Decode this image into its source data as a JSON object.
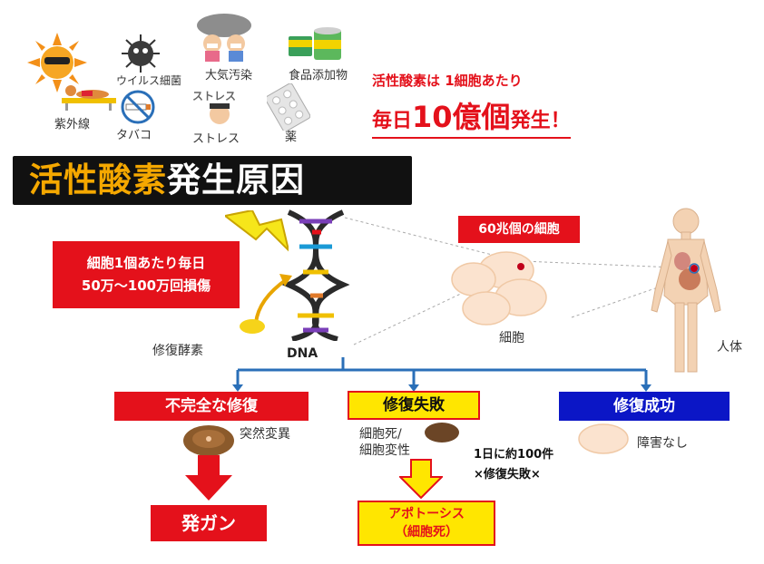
{
  "causes": {
    "uv": "紫外線",
    "virus": "ウイルス細菌",
    "pollution": "大気汚染",
    "additives": "食品添加物",
    "tobacco": "タバコ",
    "stress": "ストレス",
    "medicine": "薬"
  },
  "headline": {
    "line1": "活性酸素は 1細胞あたり",
    "line2_pre": "毎日",
    "line2_num": "10億個",
    "line2_post": "発生！"
  },
  "banner": {
    "part1": "活性酸素",
    "part2": "発生原因"
  },
  "damage_box": {
    "line1": "細胞1個あたり毎日",
    "line2": "50万〜100万回損傷"
  },
  "labels": {
    "repair_enzyme": "修復酵素",
    "dna": "DNA",
    "cells_badge": "60兆個の細胞",
    "cell": "細胞",
    "human_body": "人体"
  },
  "outcomes": {
    "incomplete": "不完全な修復",
    "failed": "修復失敗",
    "success": "修復成功"
  },
  "details": {
    "mutation": "突然変異",
    "cell_death_1": "細胞死/",
    "cell_death_2": "細胞変性",
    "no_problem": "障害なし",
    "per_day_1": "1日に約100件",
    "per_day_2": "×修復失敗×"
  },
  "results": {
    "cancer": "発ガン",
    "apoptosis_1": "アポトーシス",
    "apoptosis_2": "（細胞死）"
  },
  "colors": {
    "red": "#e4111b",
    "yellow": "#ffe600",
    "blue": "#0b16c6",
    "orange": "#f5a800",
    "arrow_blue": "#2a6fb8"
  }
}
